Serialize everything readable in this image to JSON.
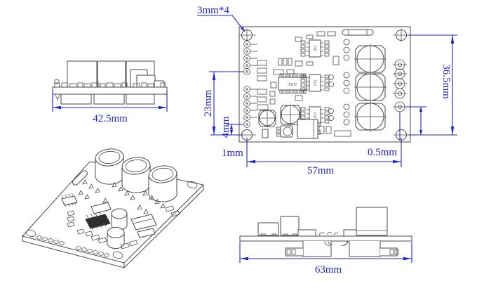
{
  "drawing": {
    "type": "pcb-dimension-drawing",
    "colors": {
      "dimension": "#2222cc",
      "line": "#4a4a4a",
      "background": "#ffffff"
    },
    "views": {
      "front": {
        "width_label": "42.5mm"
      },
      "top": {
        "hole_label": "3mm*4",
        "pad_span_label": "23mm",
        "pad_to_hole_label": "4mm",
        "left_offset_label": "1mm",
        "right_offset_label": "0.5mm",
        "hole_pitch_h_label": "57mm",
        "hole_pitch_v_label": "36.5mm",
        "ic_label": "JY01"
      },
      "end": {
        "length_label": "63mm"
      }
    }
  }
}
